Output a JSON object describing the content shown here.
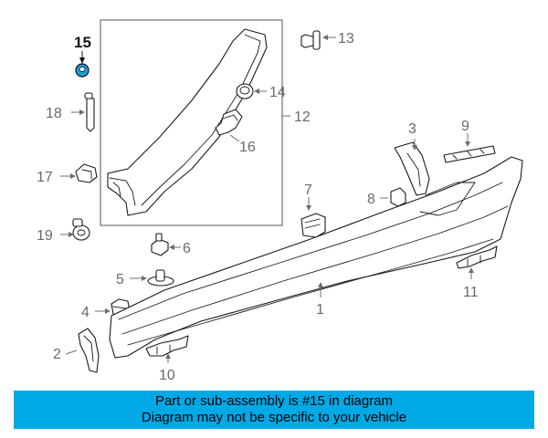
{
  "diagram": {
    "callouts": {
      "c1": "1",
      "c2": "2",
      "c3": "3",
      "c4": "4",
      "c5": "5",
      "c6": "6",
      "c7": "7",
      "c8": "8",
      "c9": "9",
      "c10": "10",
      "c11": "11",
      "c12": "12",
      "c13": "13",
      "c14": "14",
      "c15": "15",
      "c16": "16",
      "c17": "17",
      "c18": "18",
      "c19": "19"
    },
    "highlighted_part": "15"
  },
  "banner": {
    "line1": "Part or sub-assembly is #15 in diagram",
    "line2": "Diagram may not be specific to your vehicle",
    "color": "#00a9e6"
  },
  "colors": {
    "highlight_part_fill": "#1aa3d8"
  }
}
